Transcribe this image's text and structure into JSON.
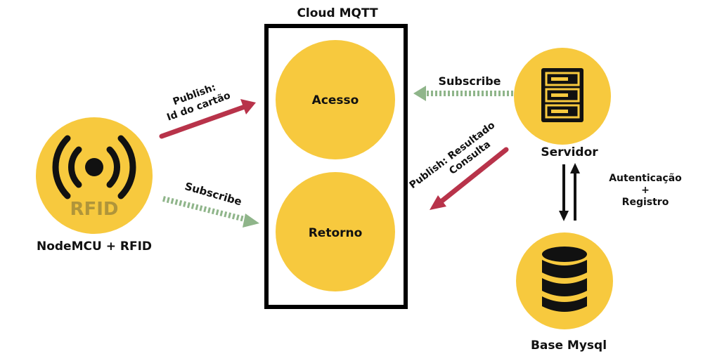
{
  "colors": {
    "node_fill": "#F7C93E",
    "publish_arrow": "#B8334A",
    "subscribe_arrow": "#8FB58A",
    "icon": "#111111",
    "rfid_text": "#B0953A"
  },
  "icons": {
    "rfid": "rfid-antenna-icon",
    "server": "server-rack-icon",
    "database": "database-icon"
  },
  "cloud": {
    "title": "Cloud MQTT"
  },
  "topics": {
    "acesso": "Acesso",
    "retorno": "Retorno"
  },
  "nodemcu": {
    "label": "NodeMCU + RFID",
    "icon_text": "RFID"
  },
  "servidor": {
    "label": "Servidor"
  },
  "database": {
    "label": "Base Mysql"
  },
  "edges": {
    "publish_id": {
      "line1": "Publish:",
      "line2": "Id do cartão"
    },
    "subscribe_retorno": {
      "label": "Subscribe"
    },
    "subscribe_acesso": {
      "label": "Subscribe"
    },
    "publish_resultado": {
      "line1": "Publish: Resultado",
      "line2": "Consulta"
    },
    "auth": {
      "line1": "Autenticação",
      "line2": "+",
      "line3": "Registro"
    }
  }
}
